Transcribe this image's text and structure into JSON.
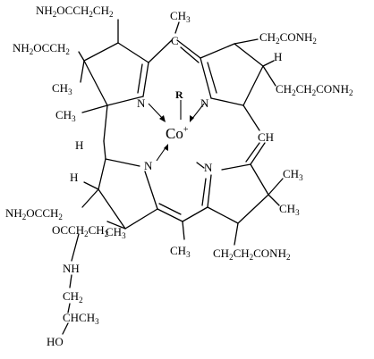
{
  "labels": {
    "top_left_chain": [
      "NH",
      "2",
      "OCCH",
      "2",
      "CH",
      "2"
    ],
    "left_upper_chain": [
      "NH",
      "2",
      "OCCH",
      "2"
    ],
    "top_methyl": [
      "CH",
      "3"
    ],
    "top_right_chain": [
      "CH",
      "2",
      "CONH",
      "2"
    ],
    "right_chain": [
      "CH",
      "2",
      "CH",
      "2",
      "CONH",
      "2"
    ],
    "left_methyl_upper": [
      "CH",
      "3"
    ],
    "left_methyl_lower": [
      "CH",
      "3"
    ],
    "h_top_right": "H",
    "n_upper_left": "N",
    "n_upper_right": "N",
    "n_lower_left": "N",
    "n_lower_right": "N",
    "r_group": "R",
    "cobalt": [
      "Co",
      "+"
    ],
    "ch_right": "CH",
    "h_left_mid": "H",
    "h_left_lower": "H",
    "right_dimethyl_upper": [
      "CH",
      "3"
    ],
    "right_dimethyl_lower": [
      "CH",
      "3"
    ],
    "left_lower_chain": [
      "NH",
      "2",
      "OCCH",
      "2"
    ],
    "propanoate_chain": [
      "OCCH",
      "2",
      "CH",
      "2"
    ],
    "lower_left_methyl": [
      "CH",
      "3"
    ],
    "bottom_methyl": [
      "CH",
      "3"
    ],
    "bottom_right_chain": [
      "CH",
      "2",
      "CH",
      "2",
      "CONH",
      "2"
    ],
    "nh": "NH",
    "ch2": [
      "CH",
      "2"
    ],
    "chch3": [
      "CHCH",
      "3"
    ],
    "ho": "HO"
  }
}
